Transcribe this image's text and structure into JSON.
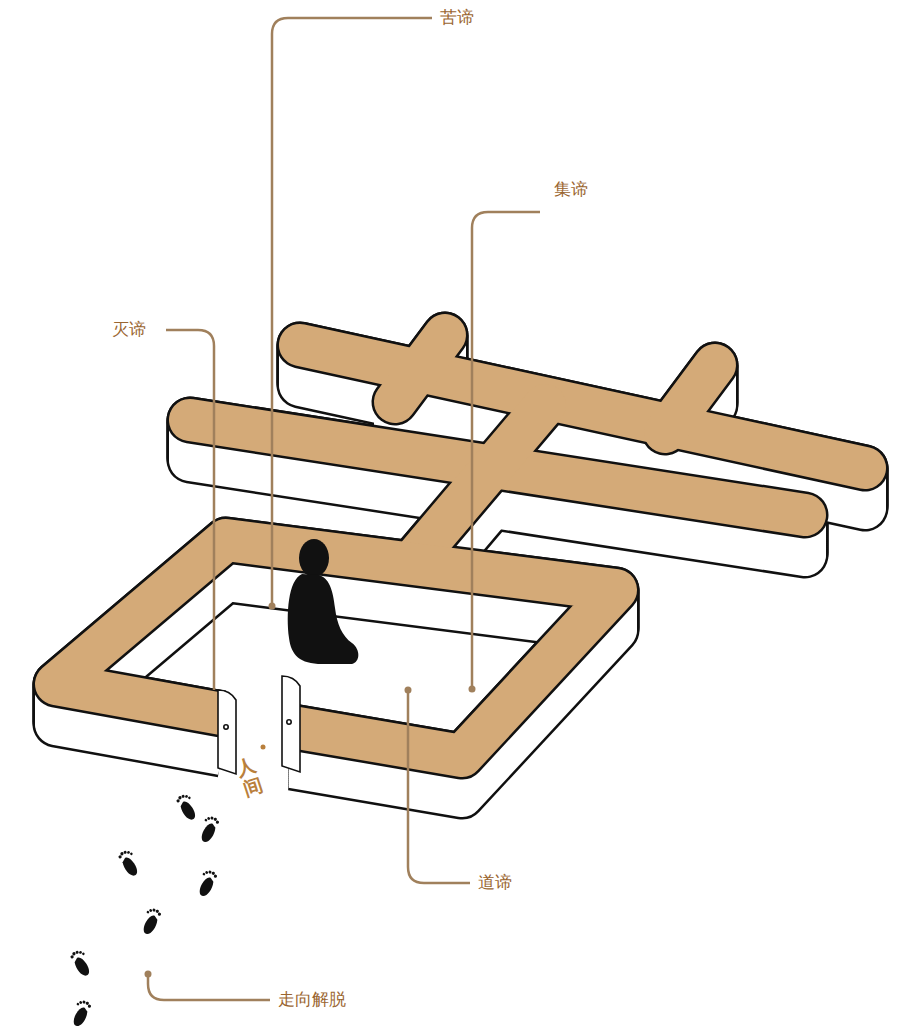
{
  "diagram": {
    "labels": [
      "苦谛",
      "集谛",
      "灭谛",
      "人间",
      "道谛",
      "走向解脱"
    ]
  }
}
